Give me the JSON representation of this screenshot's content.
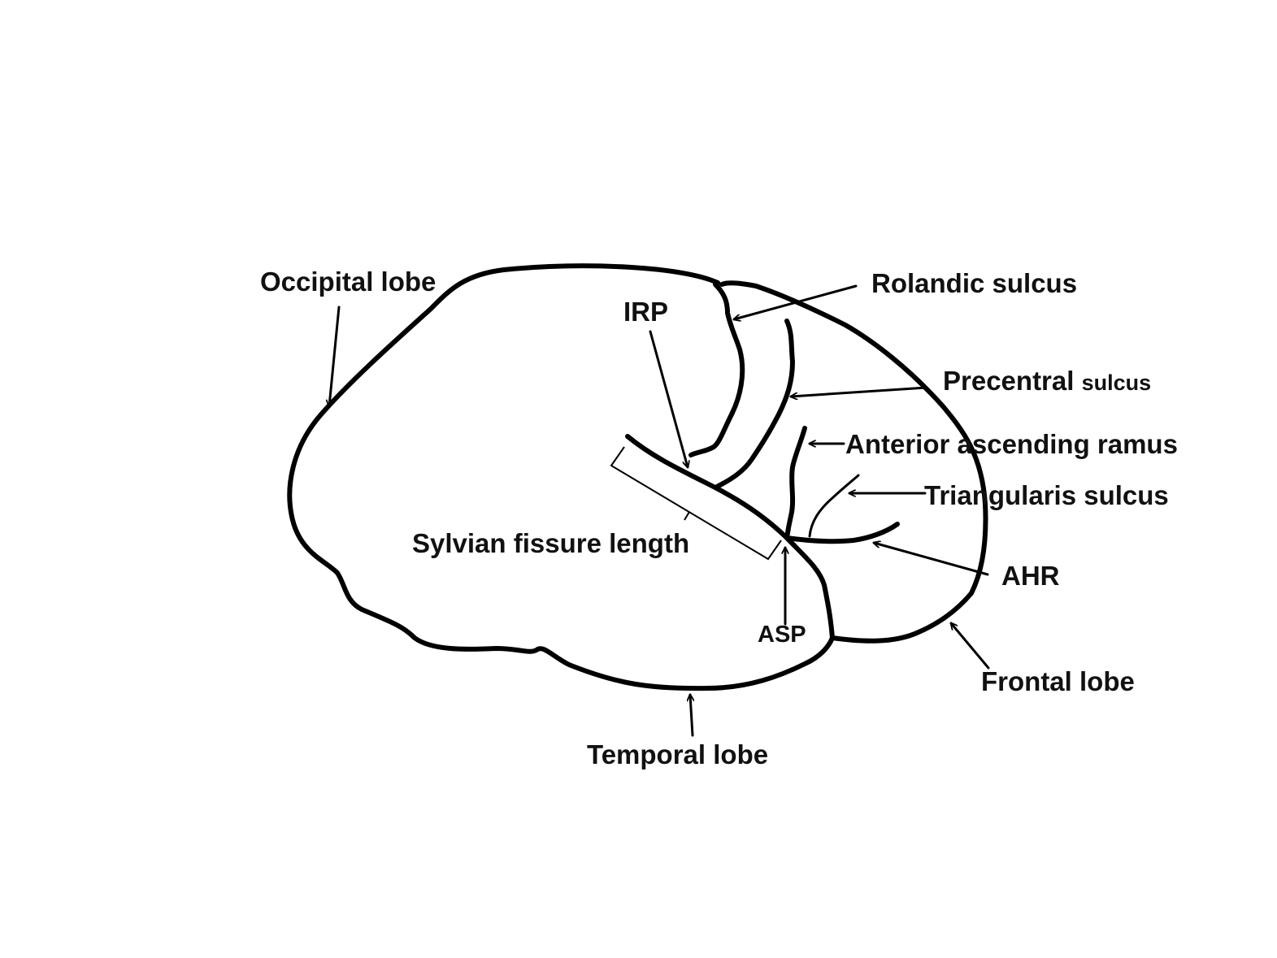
{
  "labels": {
    "occipital_lobe": "Occipital lobe",
    "rolandic_sulcus": "Rolandic sulcus",
    "irp": "IRP",
    "precentral": "Precentral",
    "precentral_suffix": "sulcus",
    "anterior_ascending_ramus": "Anterior ascending ramus",
    "triangularis_sulcus": "Triangularis sulcus",
    "sylvian_fissure_length": "Sylvian fissure length",
    "ahr": "AHR",
    "asp": "ASP",
    "frontal_lobe": "Frontal lobe",
    "temporal_lobe": "Temporal lobe"
  },
  "colors": {
    "line": "#000000",
    "text": "#111111",
    "background": "#ffffff"
  }
}
